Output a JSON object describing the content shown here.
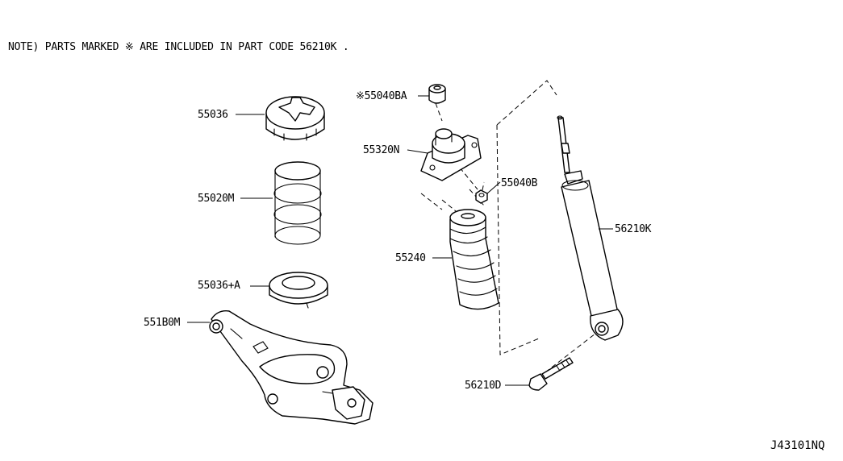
{
  "note": "NOTE) PARTS MARKED ※ ARE INCLUDED IN PART CODE   56210K .",
  "diagram_code": "J43101NQ",
  "parts": {
    "p55036": "55036",
    "p55020M": "55020M",
    "p55036A": "55036+A",
    "p551B0M": "551B0M",
    "p55040BA": "※55040BA",
    "p55320N": "55320N",
    "p55040B": "55040B",
    "p55240": "55240",
    "p56210K": "56210K",
    "p56210D": "56210D"
  }
}
